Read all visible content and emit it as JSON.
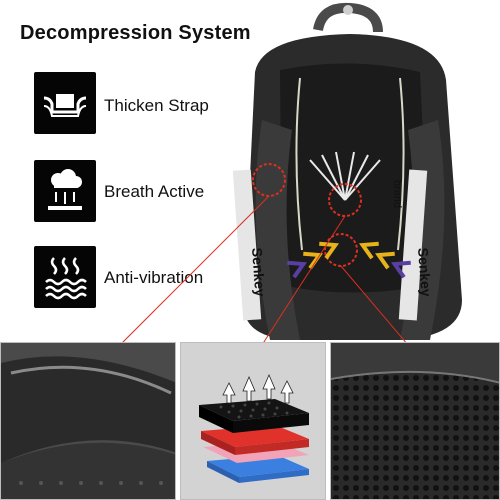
{
  "header": {
    "title": "Decompression System"
  },
  "features": [
    {
      "label": "Thicken Strap",
      "icon": "strap-cushion-icon"
    },
    {
      "label": "Breath Active",
      "icon": "breath-cloud-icon"
    },
    {
      "label": "Anti-vibration",
      "icon": "vibration-waves-icon"
    }
  ],
  "strap_text": {
    "left": "Senkey",
    "right": "Senkey",
    "brand_line": "brand"
  },
  "colors": {
    "bag_body": "#2b2b2b",
    "accent_arrow": "#e7b21a",
    "accent_arrow_purple": "#5a3fa3",
    "highlight_circle": "#d9301f",
    "layer_red": "#e0322b",
    "layer_blue": "#3b7fe0",
    "foam_black": "#141414"
  }
}
